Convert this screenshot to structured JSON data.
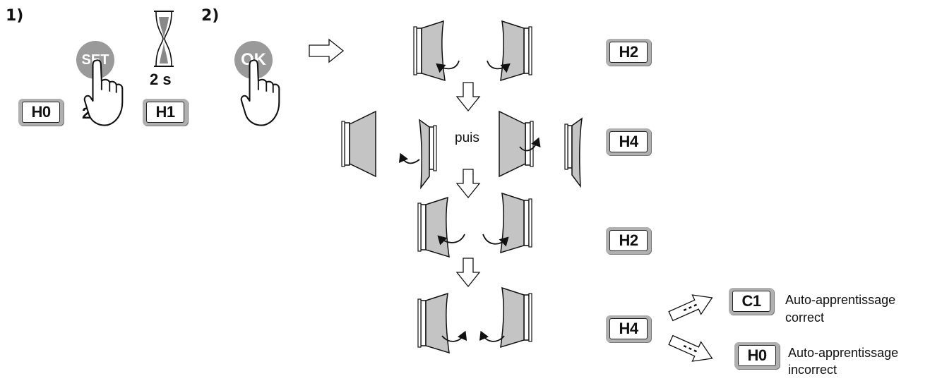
{
  "steps": {
    "step1": "1)",
    "step2": "2)"
  },
  "buttons": {
    "set": "SET",
    "ok": "OK"
  },
  "timer": {
    "hourglass_label": "2 s",
    "press_label": "2 s"
  },
  "displays": {
    "left_initial": "H0",
    "left_after": "H1",
    "seq1": "H2",
    "seq2": "H4",
    "seq3": "H2",
    "seq4": "H4",
    "result_ok": "C1",
    "result_fail": "H0"
  },
  "texts": {
    "puis": "puis",
    "ok_line1": "Auto-apprentissage",
    "ok_line2": "correct",
    "fail_line1": "Auto-apprentissage",
    "fail_line2": "incorrect"
  },
  "colors": {
    "leaf_fill": "#c4c4c4",
    "button_fill": "#9a9a9a",
    "display_bezel": "#b0b0b0"
  },
  "icons": [
    "hourglass-icon",
    "pointing-hand-icon",
    "right-arrow-icon",
    "down-arrow-icon",
    "gate-leaf-icon",
    "curved-arrow-icon",
    "dashed-arrow-icon"
  ]
}
